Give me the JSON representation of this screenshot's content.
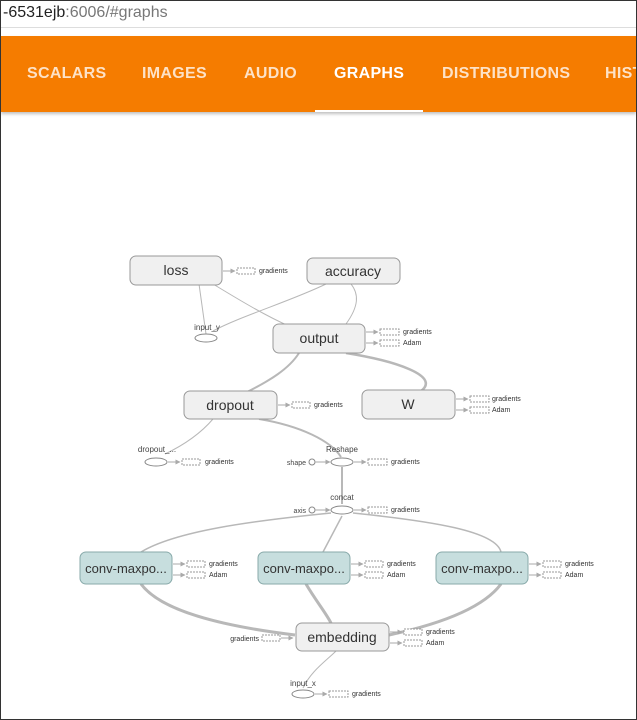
{
  "browser": {
    "url_host": "-6531ejb",
    "url_rest": ":6006/#graphs"
  },
  "tabs": [
    {
      "label": "SCALARS"
    },
    {
      "label": "IMAGES"
    },
    {
      "label": "AUDIO"
    },
    {
      "label": "GRAPHS",
      "active": true
    },
    {
      "label": "DISTRIBUTIONS"
    },
    {
      "label": "HIST"
    }
  ],
  "graph": {
    "nodes": {
      "loss": "loss",
      "accuracy": "accuracy",
      "output": "output",
      "dropout": "dropout",
      "w": "W",
      "conv1": "conv-maxpo...",
      "conv2": "conv-maxpo...",
      "conv3": "conv-maxpo...",
      "embedding": "embedding"
    },
    "ops": {
      "input_y": "input_y",
      "dropout_keep": "dropout_...",
      "reshape": "Reshape",
      "shape": "shape",
      "concat": "concat",
      "axis": "axis",
      "input_x": "input_x"
    },
    "aux": {
      "gradients": "gradients",
      "adam": "Adam"
    }
  },
  "colors": {
    "accent": "#f57c00",
    "node_fill": "#f0f0f0",
    "conv_fill": "#c7dede",
    "edge": "#b8b8b8"
  }
}
